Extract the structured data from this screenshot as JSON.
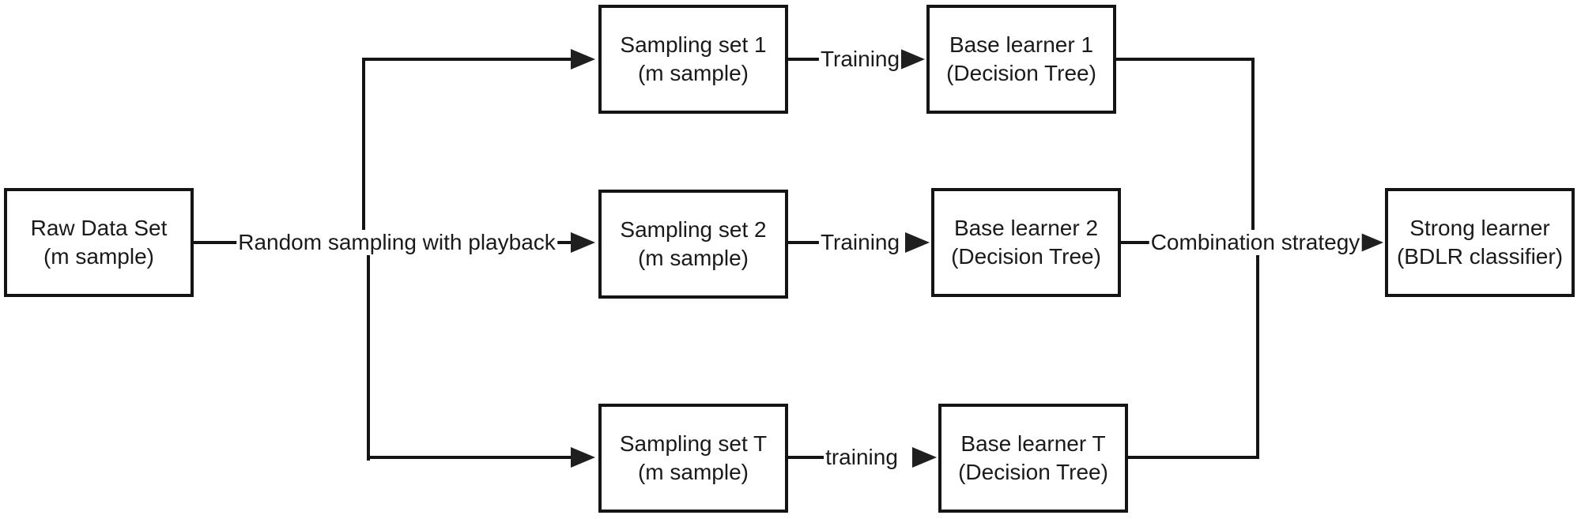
{
  "diagram": {
    "title": "Bagging ensemble flow diagram",
    "colors": {
      "background": "#ffffff",
      "line": "#141414",
      "text": "#1a1a1a"
    },
    "nodes": {
      "raw": {
        "line1": "Raw Data Set",
        "line2": "(m sample)"
      },
      "sampling1": {
        "line1": "Sampling set 1",
        "line2": "(m sample)"
      },
      "sampling2": {
        "line1": "Sampling set 2",
        "line2": "(m sample)"
      },
      "samplingT": {
        "line1": "Sampling set T",
        "line2": "(m sample)"
      },
      "base1": {
        "line1": "Base learner 1",
        "line2": "(Decision Tree)"
      },
      "base2": {
        "line1": "Base learner 2",
        "line2": "(Decision Tree)"
      },
      "baseT": {
        "line1": "Base learner T",
        "line2": "(Decision Tree)"
      },
      "strong": {
        "line1": "Strong learner",
        "line2": "(BDLR classifier)"
      }
    },
    "edge_labels": {
      "random_sampling": "Random sampling with playback",
      "training1": "Training",
      "training2": "Training",
      "trainingT": "training",
      "combination": "Combination strategy"
    }
  }
}
